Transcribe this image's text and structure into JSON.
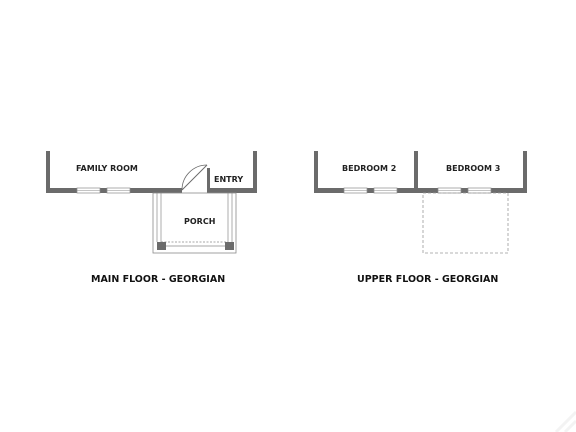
{
  "main_floor": {
    "title": "MAIN FLOOR - GEORGIAN",
    "rooms": {
      "family_room": "FAMILY ROOM",
      "entry": "ENTRY",
      "porch": "PORCH"
    }
  },
  "upper_floor": {
    "title": "UPPER FLOOR - GEORGIAN",
    "rooms": {
      "bedroom_2": "BEDROOM 2",
      "bedroom_3": "BEDROOM 3"
    }
  },
  "colors": {
    "wall": "#6b6b6b",
    "outline": "#8a8a8a",
    "dashed": "#9a9a9a",
    "text": "#111111"
  }
}
